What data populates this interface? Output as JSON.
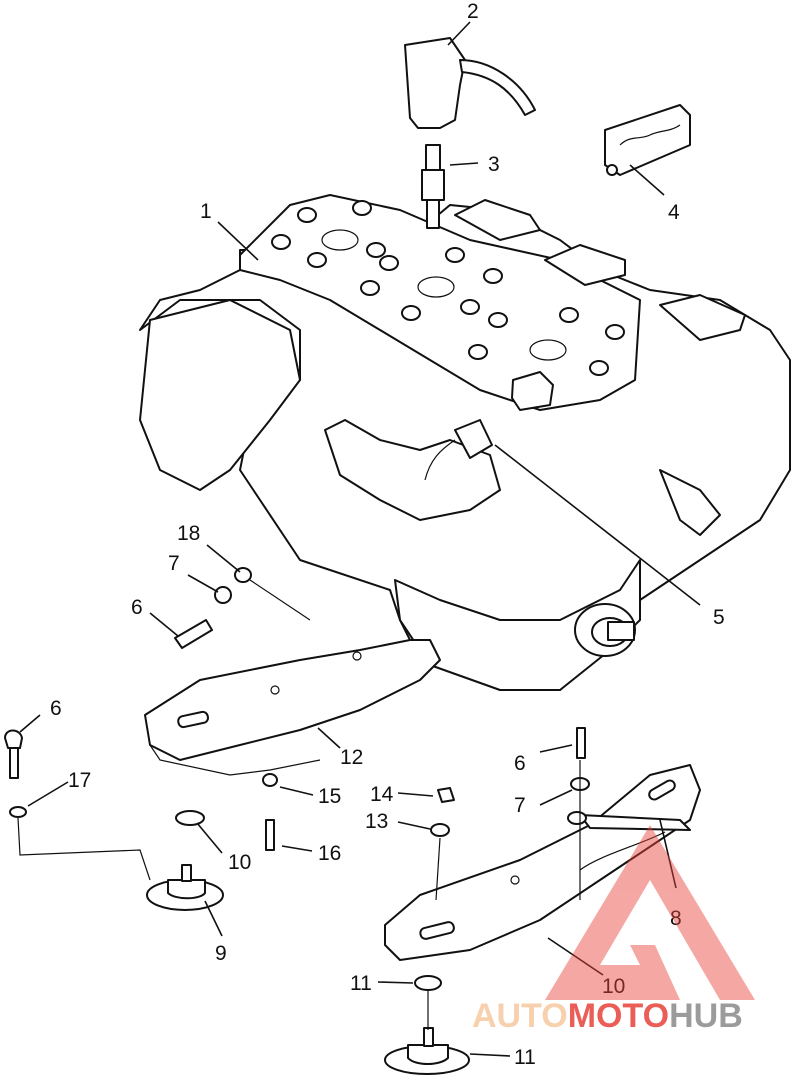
{
  "callouts": [
    {
      "id": "1",
      "label": "1"
    },
    {
      "id": "2",
      "label": "2"
    },
    {
      "id": "3",
      "label": "3"
    },
    {
      "id": "4",
      "label": "4"
    },
    {
      "id": "5",
      "label": "5"
    },
    {
      "id": "6a",
      "label": "6"
    },
    {
      "id": "6b",
      "label": "6"
    },
    {
      "id": "6c",
      "label": "6"
    },
    {
      "id": "7a",
      "label": "7"
    },
    {
      "id": "7b",
      "label": "7"
    },
    {
      "id": "8",
      "label": "8"
    },
    {
      "id": "9",
      "label": "9"
    },
    {
      "id": "10a",
      "label": "10"
    },
    {
      "id": "10b",
      "label": "10"
    },
    {
      "id": "11a",
      "label": "11"
    },
    {
      "id": "11b",
      "label": "11"
    },
    {
      "id": "12",
      "label": "12"
    },
    {
      "id": "13",
      "label": "13"
    },
    {
      "id": "14",
      "label": "14"
    },
    {
      "id": "15",
      "label": "15"
    },
    {
      "id": "16",
      "label": "16"
    },
    {
      "id": "17",
      "label": "17"
    },
    {
      "id": "18",
      "label": "18"
    }
  ],
  "watermark": {
    "part1": "AUTO",
    "part2": "MOTO",
    "part3": "HUB",
    "color_light": "#f6c9a0",
    "color_red": "#e8413a",
    "color_gray": "#8a8a8a"
  }
}
